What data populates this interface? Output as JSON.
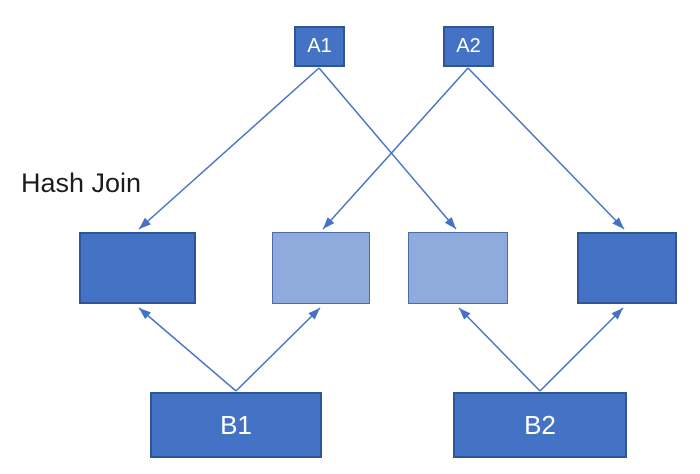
{
  "title": "Hash Join",
  "colors": {
    "node_fill_dark": "#4472C4",
    "node_fill_light": "#8FAADC",
    "node_border_dark": "#2F5597",
    "node_border_light": "#4A6CA8",
    "arrow": "#4472C4",
    "node_text": "#FFFFFF",
    "title_text": "#1C1C1C",
    "background": "#FFFFFF"
  },
  "nodes": {
    "a1": {
      "label": "A1",
      "shade": "dark"
    },
    "a2": {
      "label": "A2",
      "shade": "dark"
    },
    "b1": {
      "label": "B1",
      "shade": "dark"
    },
    "b2": {
      "label": "B2",
      "shade": "dark"
    },
    "partitions": [
      {
        "id": "p1",
        "label": "",
        "shade": "dark"
      },
      {
        "id": "p2",
        "label": "",
        "shade": "light"
      },
      {
        "id": "p3",
        "label": "",
        "shade": "light"
      },
      {
        "id": "p4",
        "label": "",
        "shade": "dark"
      }
    ]
  },
  "edges": [
    {
      "from": "A1",
      "to": "p1",
      "direction": "down"
    },
    {
      "from": "A1",
      "to": "p3",
      "direction": "down"
    },
    {
      "from": "A2",
      "to": "p2",
      "direction": "down"
    },
    {
      "from": "A2",
      "to": "p4",
      "direction": "down"
    },
    {
      "from": "B1",
      "to": "p1",
      "direction": "up"
    },
    {
      "from": "B1",
      "to": "p2",
      "direction": "up"
    },
    {
      "from": "B2",
      "to": "p3",
      "direction": "up"
    },
    {
      "from": "B2",
      "to": "p4",
      "direction": "up"
    }
  ]
}
